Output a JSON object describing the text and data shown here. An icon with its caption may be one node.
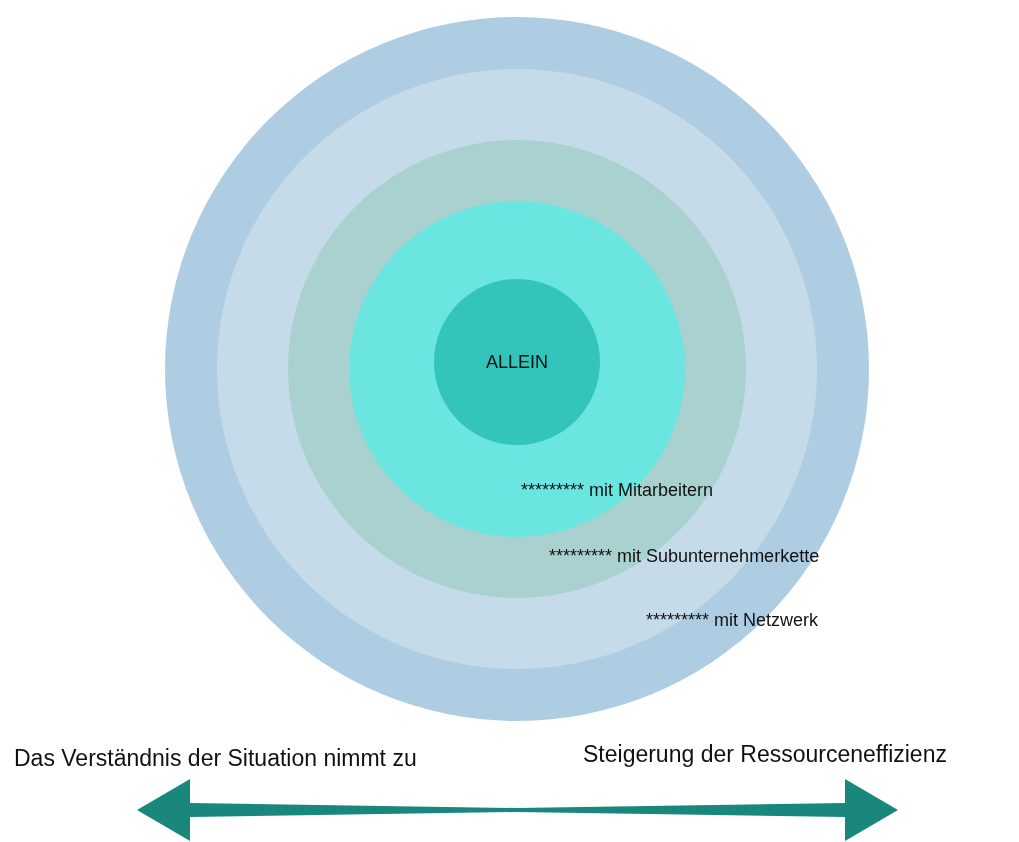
{
  "diagram": {
    "nodes": [
      {
        "text": [],
        "shape": "circle"
      },
      {
        "text": [
          "********* mit Netzwerk"
        ],
        "in": 0
      },
      {
        "text": [
          "********* mit Subunternehmerkette"
        ],
        "in": 1
      },
      {
        "text": [
          "********* mit Mitarbeitern"
        ],
        "in": 2
      },
      {
        "text": [
          "ALLEIN"
        ],
        "in": 3
      }
    ],
    "edges": [],
    "labels": [
      "Das Verständnis der Situation nimmt zu",
      "Steigerung der Ressourceneffizienz"
    ]
  }
}
